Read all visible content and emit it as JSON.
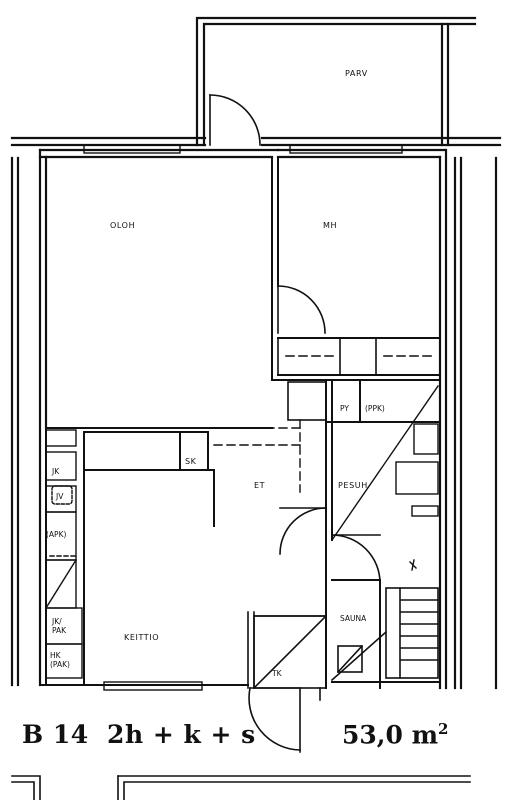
{
  "rooms": {
    "parv": "PARV",
    "oloh": "OLOH",
    "mh": "MH",
    "et": "ET",
    "sk": "SK",
    "py": "PY",
    "ppk": "(PPK)",
    "pesuh": "PESUH",
    "sauna": "SAUNA",
    "keittio": "KEITTIO",
    "tk": "TK",
    "jk_pak": "JK/\nPAK",
    "hk_pak": "HK\n(PAK)",
    "apk": "(APK)",
    "jv": "JV",
    "jk_top": "JK"
  },
  "caption": {
    "apartment": "B 14",
    "type": "2h + k + s",
    "area_value": "53,0 m",
    "area_exp": "2"
  }
}
